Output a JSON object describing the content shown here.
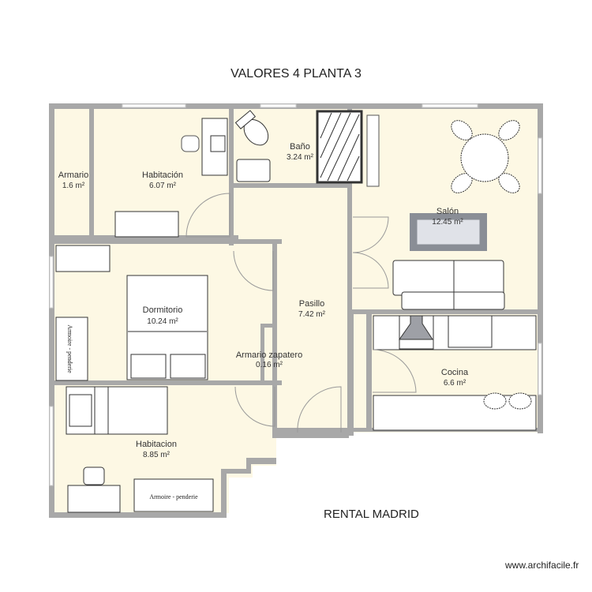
{
  "title": "VALORES 4 PLANTA 3",
  "footer_label": "RENTAL MADRID",
  "watermark": "www.archifacile.fr",
  "colors": {
    "floor": "#fdf8e4",
    "wall": "#a8a8a8",
    "furniture": "#ffffff",
    "line": "#555555"
  },
  "rooms": [
    {
      "name": "Armario",
      "area": "1.6 m²"
    },
    {
      "name": "Habitación",
      "area": "6.07 m²"
    },
    {
      "name": "Baño",
      "area": "3.24 m²"
    },
    {
      "name": "Salón",
      "area": "12.45 m²"
    },
    {
      "name": "Dormitorio",
      "area": "10.24 m²"
    },
    {
      "name": "Pasillo",
      "area": "7.42 m²"
    },
    {
      "name": "Armario zapatero",
      "area": "0.16 m²"
    },
    {
      "name": "Cocina",
      "area": "6.6 m²"
    },
    {
      "name": "Habitacion",
      "area": "8.85 m²"
    }
  ],
  "furniture_labels": {
    "wardrobe_1": "Armoire - penderie",
    "wardrobe_2": "Armoire - penderie"
  }
}
